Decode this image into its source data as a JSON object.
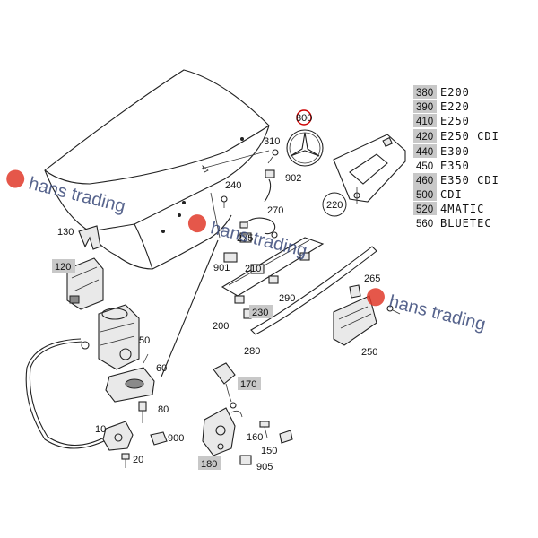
{
  "callouts": [
    {
      "id": "c800",
      "text": "800",
      "boxed": false,
      "circled": true
    },
    {
      "id": "c310",
      "text": "310",
      "boxed": false
    },
    {
      "id": "c902",
      "text": "902",
      "boxed": false
    },
    {
      "id": "c240",
      "text": "240",
      "boxed": false
    },
    {
      "id": "c270",
      "text": "270",
      "boxed": false
    },
    {
      "id": "c220",
      "text": "220",
      "boxed": false,
      "circled": true
    },
    {
      "id": "c130",
      "text": "130",
      "boxed": false
    },
    {
      "id": "c275",
      "text": "275",
      "boxed": false
    },
    {
      "id": "c120",
      "text": "120",
      "boxed": true
    },
    {
      "id": "c901",
      "text": "901",
      "boxed": false
    },
    {
      "id": "c210",
      "text": "210",
      "boxed": false
    },
    {
      "id": "c265",
      "text": "265",
      "boxed": false
    },
    {
      "id": "c290",
      "text": "290",
      "boxed": false
    },
    {
      "id": "c230",
      "text": "230",
      "boxed": true
    },
    {
      "id": "c200",
      "text": "200",
      "boxed": false
    },
    {
      "id": "c50",
      "text": "50",
      "boxed": false
    },
    {
      "id": "c280",
      "text": "280",
      "boxed": false
    },
    {
      "id": "c250",
      "text": "250",
      "boxed": false
    },
    {
      "id": "c60",
      "text": "60",
      "boxed": false
    },
    {
      "id": "c170",
      "text": "170",
      "boxed": true
    },
    {
      "id": "c80",
      "text": "80",
      "boxed": false
    },
    {
      "id": "c10",
      "text": "10",
      "boxed": false
    },
    {
      "id": "c900",
      "text": "900",
      "boxed": false
    },
    {
      "id": "c160",
      "text": "160",
      "boxed": false
    },
    {
      "id": "c20",
      "text": "20",
      "boxed": false
    },
    {
      "id": "c150",
      "text": "150",
      "boxed": false
    },
    {
      "id": "c180",
      "text": "180",
      "boxed": true
    },
    {
      "id": "c905",
      "text": "905",
      "boxed": false
    }
  ],
  "legend": [
    {
      "num": "380",
      "text": "E200",
      "boxed": true
    },
    {
      "num": "390",
      "text": "E220",
      "boxed": true
    },
    {
      "num": "410",
      "text": "E250",
      "boxed": true
    },
    {
      "num": "420",
      "text": "E250 CDI",
      "boxed": true
    },
    {
      "num": "440",
      "text": "E300",
      "boxed": true
    },
    {
      "num": "450",
      "text": "E350",
      "boxed": false
    },
    {
      "num": "460",
      "text": "E350 CDI",
      "boxed": true
    },
    {
      "num": "500",
      "text": "CDI",
      "boxed": true
    },
    {
      "num": "520",
      "text": "4MATIC",
      "boxed": true
    },
    {
      "num": "560",
      "text": "BLUETEC",
      "boxed": false
    }
  ],
  "watermark": {
    "text": "hans trading",
    "logo_color": "#e03a2a",
    "text_color": "#3a4a7a"
  }
}
